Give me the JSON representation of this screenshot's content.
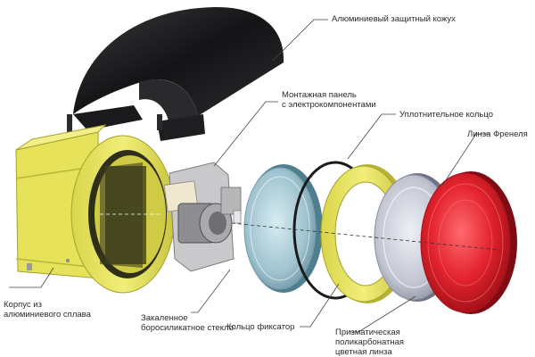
{
  "labels": {
    "shield": "Алюминиевый защитный кожух",
    "panel": [
      "Монтажная панель",
      "с электрокомпонентами"
    ],
    "seal": "Уплотнительное кольцо",
    "fresnel": "Линза Френеля",
    "housing": [
      "Корпус из",
      "алюминиевого сплава"
    ],
    "glass": [
      "Закаленное",
      "боросиликатное стекло"
    ],
    "ring": "Кольцо фиксатор",
    "prism": [
      "Призматическая",
      "поликарбонатная",
      "цветная линза"
    ]
  },
  "colors": {
    "shield": "#1e1e20",
    "housing": "#e6e25a",
    "housing_dark": "#b9b63a",
    "glass": "#9fc3cf",
    "lens_clear": "#c9cbd3",
    "lens_red": "#e0202a",
    "leader": "#444444"
  }
}
